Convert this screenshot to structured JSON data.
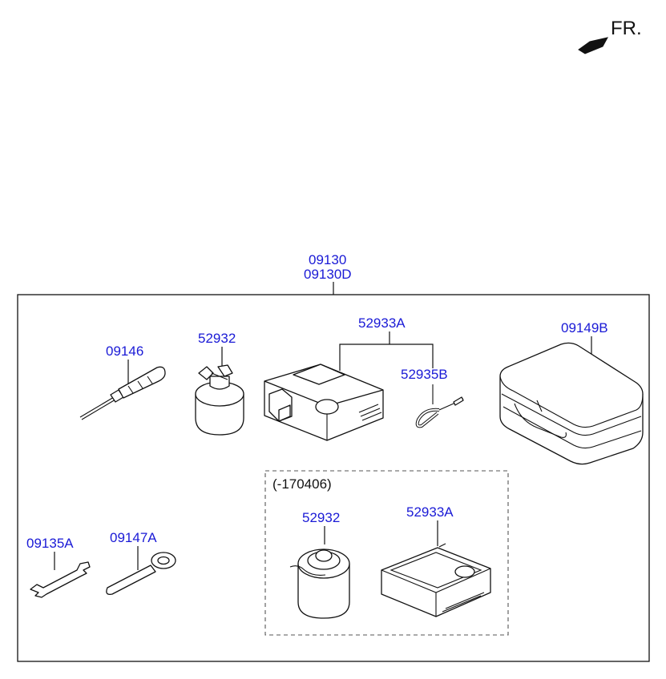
{
  "direction_label": "FR.",
  "kit_labels": {
    "line1": "09130",
    "line2": "09130D"
  },
  "parts": {
    "screwdriver": "09146",
    "sealant_bottle": "52932",
    "compressor": "52933A",
    "hose": "52935B",
    "case": "09149B",
    "spanner": "09135A",
    "box_wrench": "09147A"
  },
  "variant": {
    "condition": "(-170406)",
    "sealant_bottle": "52932",
    "compressor": "52933A"
  }
}
